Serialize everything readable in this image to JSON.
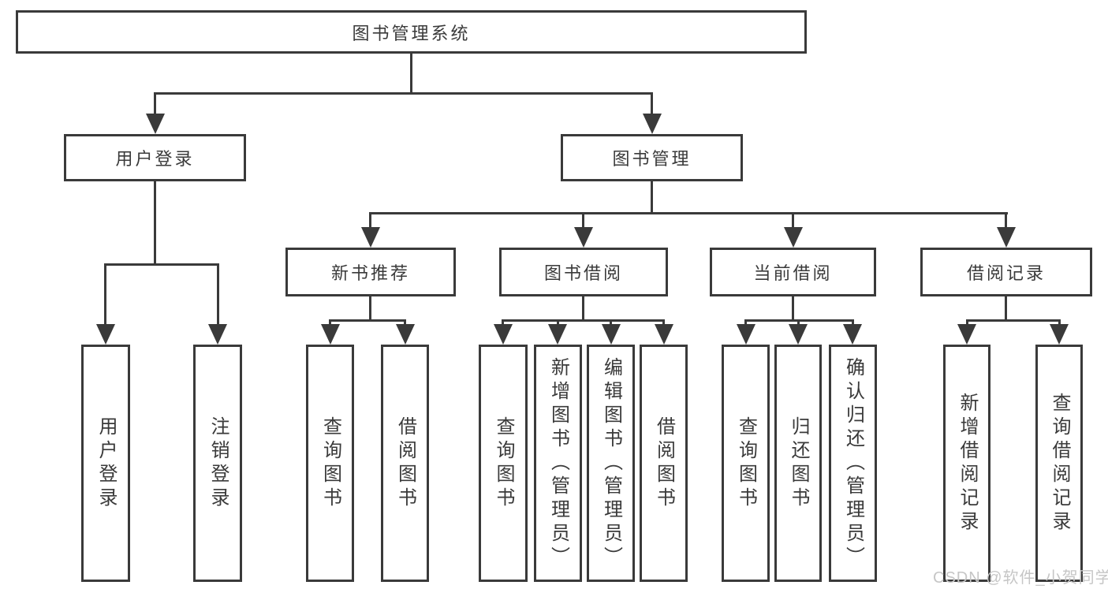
{
  "diagram": {
    "root_label": "图书管理系统",
    "branches": [
      {
        "label": "用户登录",
        "children": [
          "用户登录",
          "注销登录"
        ]
      },
      {
        "label": "图书管理",
        "groups": [
          {
            "label": "新书推荐",
            "children": [
              "查询图书",
              "借阅图书"
            ]
          },
          {
            "label": "图书借阅",
            "children": [
              "查询图书",
              "新增图书（管理员）",
              "编辑图书（管理员）",
              "借阅图书"
            ]
          },
          {
            "label": "当前借阅",
            "children": [
              "查询图书",
              "归还图书",
              "确认归还（管理员）"
            ]
          },
          {
            "label": "借阅记录",
            "children": [
              "新增借阅记录",
              "查询借阅记录"
            ]
          }
        ]
      }
    ]
  },
  "watermark": {
    "text": "CSDN @软件_小贺同学"
  },
  "colors": {
    "line": "#3a3a3a",
    "text": "#3a3a3a",
    "bg": "#ffffff",
    "watermark": "#c6c6c6"
  }
}
